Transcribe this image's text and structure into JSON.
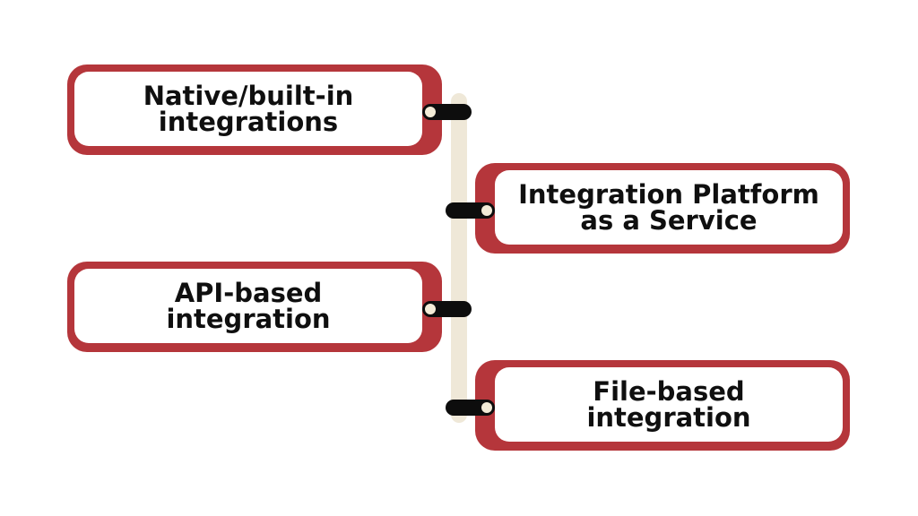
{
  "colors": {
    "border": "#b5363b",
    "bar": "#efe8d8",
    "connector": "#0d0d0d",
    "dot": "#f3ebd7",
    "text": "#0f0f0f"
  },
  "items": [
    {
      "label": "Native/built-in\nintegrations",
      "side": "left"
    },
    {
      "label": "Integration Platform\nas a Service",
      "side": "right"
    },
    {
      "label": "API-based\nintegration",
      "side": "left"
    },
    {
      "label": "File-based\nintegration",
      "side": "right"
    }
  ]
}
